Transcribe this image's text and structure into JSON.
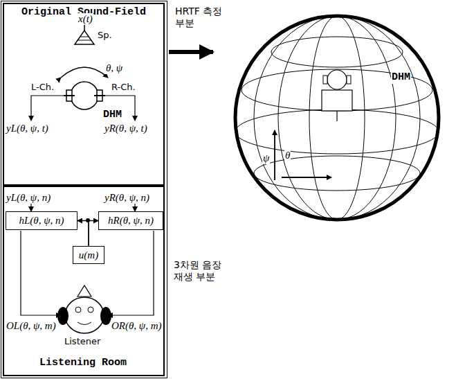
{
  "diagram": {
    "nodes": [
      {
        "text": [
          "Original Sound-Field"
        ]
      },
      {
        "text": [
          "Listening Room"
        ]
      },
      {
        "text": [
          "hL(θ, ψ, n)"
        ],
        "in": 1
      },
      {
        "text": [
          "hR(θ, ψ, n)"
        ],
        "in": 1
      },
      {
        "text": [
          "u(m)"
        ],
        "in": 1
      },
      {
        "text": [
          "ψ",
          "θ",
          "DHM"
        ]
      }
    ],
    "edges": [
      {
        "from": 4,
        "to": 2,
        "arrow": "to"
      },
      {
        "from": 4,
        "to": 3,
        "arrow": "to"
      },
      {
        "from": 0,
        "to": 5,
        "arrow": "to"
      }
    ],
    "labels": [
      "x(t)",
      "Sp.",
      "θ, ψ",
      "L-Ch.",
      "R-Ch.",
      "DHM",
      "yL(θ, ψ, t)",
      "yR(θ, ψ, t)",
      "yL(θ, ψ, n)",
      "yR(θ, ψ, n)",
      "OL(θ, ψ, m)",
      "OR(θ, ψ, m)",
      "Listener",
      "HRTF 측정부분",
      "3차원 음장 재생 부분"
    ]
  }
}
